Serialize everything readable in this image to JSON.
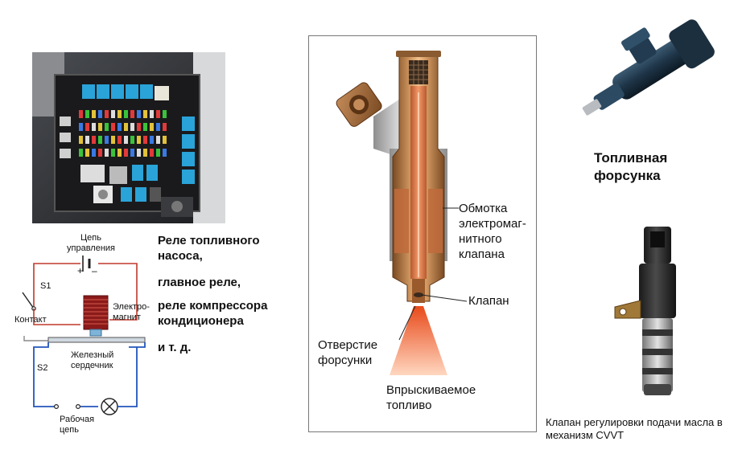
{
  "relay_circuit": {
    "control_circuit": "Цепь управления",
    "plus": "+",
    "minus": "–",
    "s1": "S1",
    "contact": "Контакт",
    "electromagnet": "Электро-магнит",
    "iron_core": "Железный сердечник",
    "s2": "S2",
    "work_circuit": "Рабочая цепь"
  },
  "relay_list": {
    "item1": "Реле топливного насоса,",
    "item2": "главное реле,",
    "item3": "реле компрессора кондиционера",
    "item4": "и т. д."
  },
  "injector_diagram": {
    "winding": "Обмотка электромаг-нитного клапана",
    "valve": "Клапан",
    "nozzle": "Отверстие форсунки",
    "spray": "Впрыскиваемое топливо"
  },
  "injector_photo": {
    "caption": "Топливная форсунка"
  },
  "cvvt_photo": {
    "caption": "Клапан регулировки подачи масла в механизм CVVT"
  }
}
